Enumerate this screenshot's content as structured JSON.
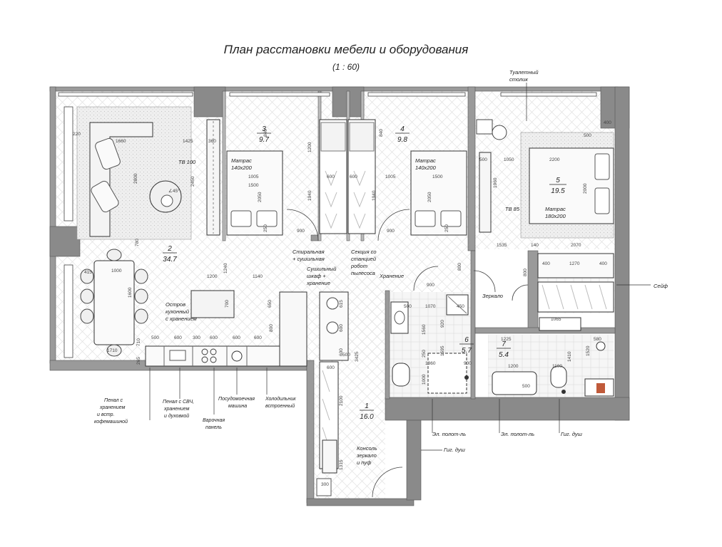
{
  "header": {
    "title": "План расстановки мебели и оборудования",
    "scale": "(1 : 60)"
  },
  "rooms": [
    {
      "num": "1",
      "area": "16.0"
    },
    {
      "num": "2",
      "area": "34.7"
    },
    {
      "num": "3",
      "area": "9.7"
    },
    {
      "num": "4",
      "area": "9.8"
    },
    {
      "num": "5",
      "area": "19.5"
    },
    {
      "num": "6",
      "area": "5.7"
    },
    {
      "num": "7",
      "area": "5.4"
    }
  ],
  "labels": {
    "tv100": "ТВ 100",
    "tv85": "ТВ 85",
    "mattress": "Матрас",
    "size140": "140х200",
    "size180": "180х200",
    "island": [
      "Остров",
      "кухонный",
      "с хранением"
    ],
    "laundry": [
      "Стиральная",
      "+ сушильная"
    ],
    "dryer": [
      "Сушильный",
      "шкаф +",
      "хранение"
    ],
    "station": [
      "Секция со",
      "станцией",
      "робот",
      "пылесоса"
    ],
    "storage": "Хранение",
    "mirror": "Зеркало",
    "safe": "Сейф",
    "dressing": [
      "Туалетный",
      "столик"
    ],
    "console": [
      "Консоль",
      "зеркало",
      "и пуф"
    ],
    "hygShower": "Гиг. душ",
    "heatedFloor": "Эл. полот-ль"
  },
  "callouts": {
    "caseCoffee": [
      "Пенал с",
      "хранением",
      "и встр.",
      "кофемашиной"
    ],
    "caseOven": [
      "Пенал с СВЧ,",
      "хранением",
      "и духовкой"
    ],
    "dishwasher": [
      "Посудомоечная",
      "машина"
    ],
    "hob": [
      "Варочная",
      "панель"
    ],
    "fridge": [
      "Холодильник",
      "встроенный"
    ]
  },
  "dims": {
    "d220": "220",
    "d1660": "1660",
    "d1425": "1425",
    "d360": "360",
    "d2800": "2800",
    "d2450": "2450",
    "d780": "780",
    "d415": "415",
    "d1000": "1000",
    "d1600": "1600",
    "d1710": "1710",
    "d710": "710",
    "d265": "265",
    "d600": "600",
    "d300": "300",
    "d500": "500",
    "d1200": "1200",
    "d1140": "1140",
    "d1240": "1240",
    "d700": "700",
    "d650": "650",
    "d900": "900",
    "d840": "840",
    "d1005": "1005",
    "d1500": "1500",
    "d2050": "2050",
    "d1940": "1940",
    "d250": "250",
    "d1050": "1050",
    "d1960": "1960",
    "d400": "400",
    "d2200": "2200",
    "d2000": "2000",
    "d1535": "1535",
    "d140": "140",
    "d2070": "2070",
    "d1270": "1270",
    "d800": "800",
    "d1070": "1070",
    "d1560": "1560",
    "d920": "920",
    "d450": "450",
    "d1595": "1595",
    "d1360": "1360",
    "d1225": "1225",
    "d1065": "1065",
    "d580": "580",
    "d1100": "1100",
    "d1410": "1410",
    "d1520": "1520",
    "d615": "615",
    "d3425": "3425",
    "d2100": "2100",
    "d1315": "1315",
    "d45": "∠45°"
  }
}
